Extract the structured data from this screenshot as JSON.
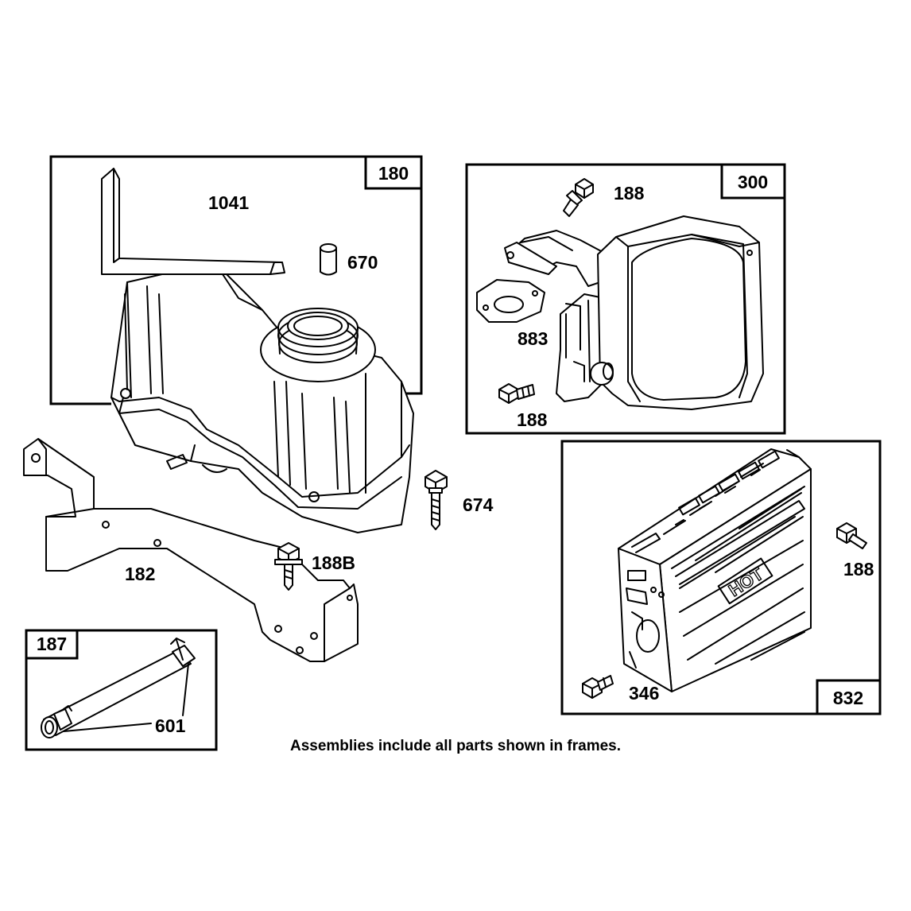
{
  "frames": [
    {
      "id": "frame-180",
      "number": "180"
    },
    {
      "id": "frame-300",
      "number": "300"
    },
    {
      "id": "frame-832",
      "number": "832"
    },
    {
      "id": "frame-187",
      "number": "187"
    }
  ],
  "parts": {
    "p1041": "1041",
    "p670": "670",
    "p188_top": "188",
    "p883": "883",
    "p188_mid": "188",
    "p674": "674",
    "p182": "182",
    "p188B": "188B",
    "p188_right": "188",
    "p346": "346",
    "p601": "601"
  },
  "guard_text": "HOT",
  "caption": "Assemblies include all parts shown in frames."
}
